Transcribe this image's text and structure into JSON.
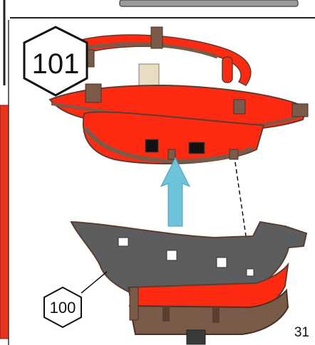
{
  "page": {
    "number": "31"
  },
  "parts": {
    "upper_part_label": "101",
    "lower_part_label": "100"
  },
  "colors": {
    "red": "#ff2a12",
    "red_dark": "#d91a08",
    "wood": "#7a5a48",
    "wood_dark": "#5a3e30",
    "grey": "#5c5d5f",
    "arrow": "#6ec3da",
    "frame": "#222222"
  }
}
